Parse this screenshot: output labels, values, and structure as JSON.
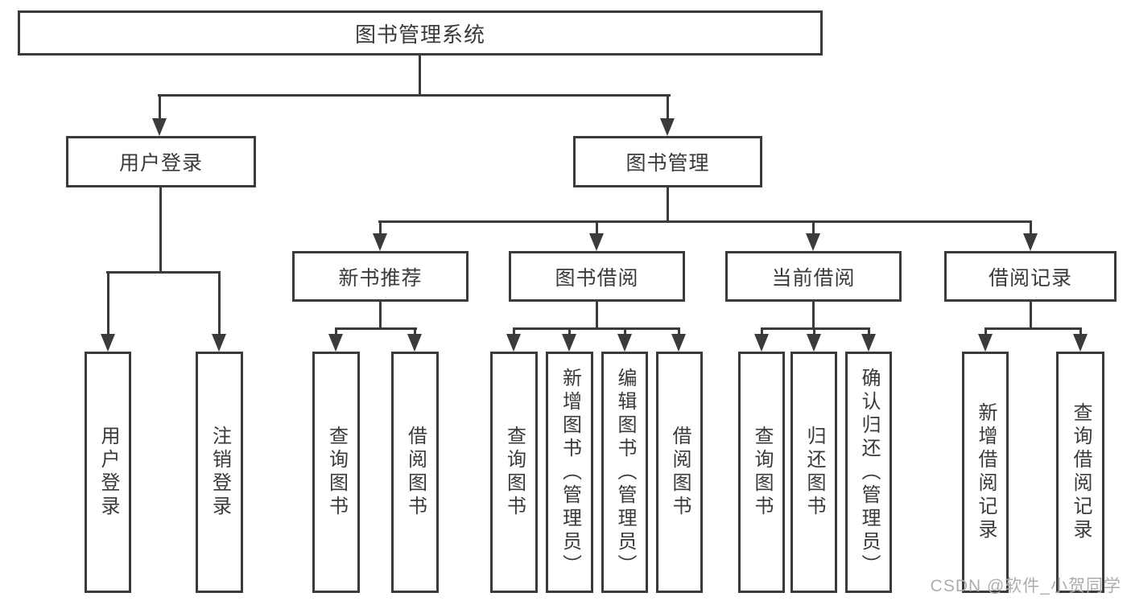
{
  "diagram": {
    "title": "图书管理系统",
    "tree": {
      "root": {
        "label": "图书管理系统"
      },
      "level2": [
        {
          "label": "用户登录",
          "leaves": [
            {
              "label": "用户登录"
            },
            {
              "label": "注销登录"
            }
          ]
        },
        {
          "label": "图书管理",
          "groups": [
            {
              "label": "新书推荐",
              "leaves": [
                {
                  "label": "查询图书"
                },
                {
                  "label": "借阅图书"
                }
              ]
            },
            {
              "label": "图书借阅",
              "leaves": [
                {
                  "label": "查询图书"
                },
                {
                  "label": "新增图书（管理员）"
                },
                {
                  "label": "编辑图书（管理员）"
                },
                {
                  "label": "借阅图书"
                }
              ]
            },
            {
              "label": "当前借阅",
              "leaves": [
                {
                  "label": "查询图书"
                },
                {
                  "label": "归还图书"
                },
                {
                  "label": "确认归还（管理员）"
                }
              ]
            },
            {
              "label": "借阅记录",
              "leaves": [
                {
                  "label": "新增借阅记录"
                },
                {
                  "label": "查询借阅记录"
                }
              ]
            }
          ]
        }
      ]
    }
  },
  "watermark": {
    "text": "CSDN @软件_小贺同学"
  },
  "colors": {
    "line": "#3b3b3b",
    "text": "#3a3a3a",
    "background": "#ffffff",
    "watermark": "#adadad"
  }
}
